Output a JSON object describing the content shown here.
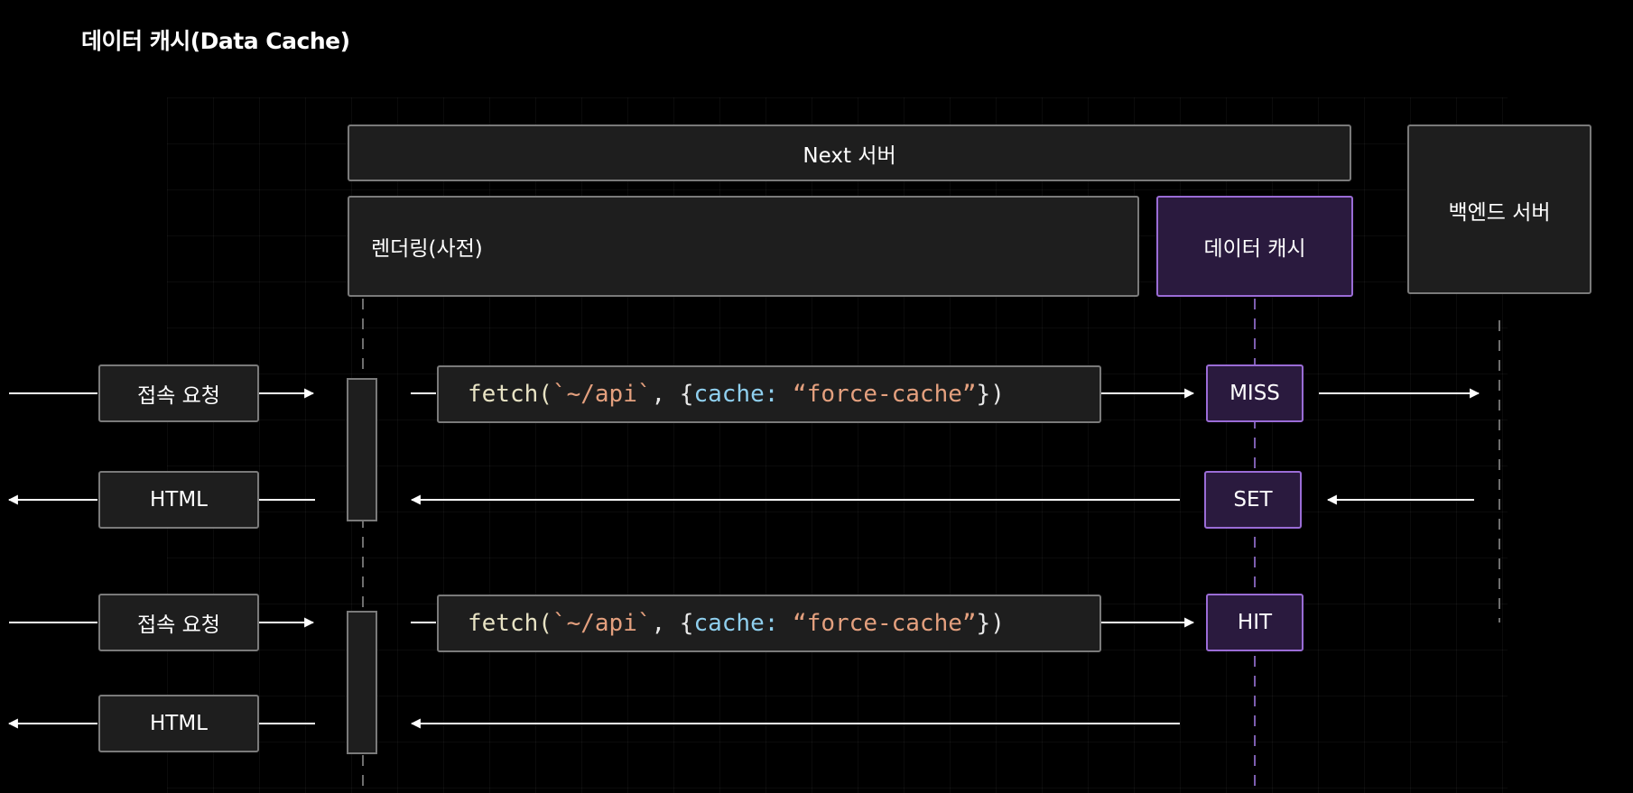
{
  "title": "데이터 캐시(Data Cache)",
  "headers": {
    "next_server": "Next 서버",
    "rendering": "렌더링(사전)",
    "data_cache": "데이터 캐시",
    "backend_server": "백엔드 서버"
  },
  "labels": {
    "request_1": "접속 요청",
    "html_1": "HTML",
    "request_2": "접속 요청",
    "html_2": "HTML"
  },
  "cache_states": {
    "miss": "MISS",
    "set": "SET",
    "hit": "HIT"
  },
  "fetch_call": {
    "fn": "fetch(",
    "url": "`~/api`",
    "sep": ", {",
    "key": "cache:",
    "value": "“force-cache”",
    "end": "})"
  },
  "colors": {
    "background": "#000000",
    "box_fill": "#1e1e1e",
    "box_border": "#7a7a7a",
    "cache_fill": "#2a1a3e",
    "cache_border": "#9a6cd6",
    "arrow": "#ffffff"
  }
}
